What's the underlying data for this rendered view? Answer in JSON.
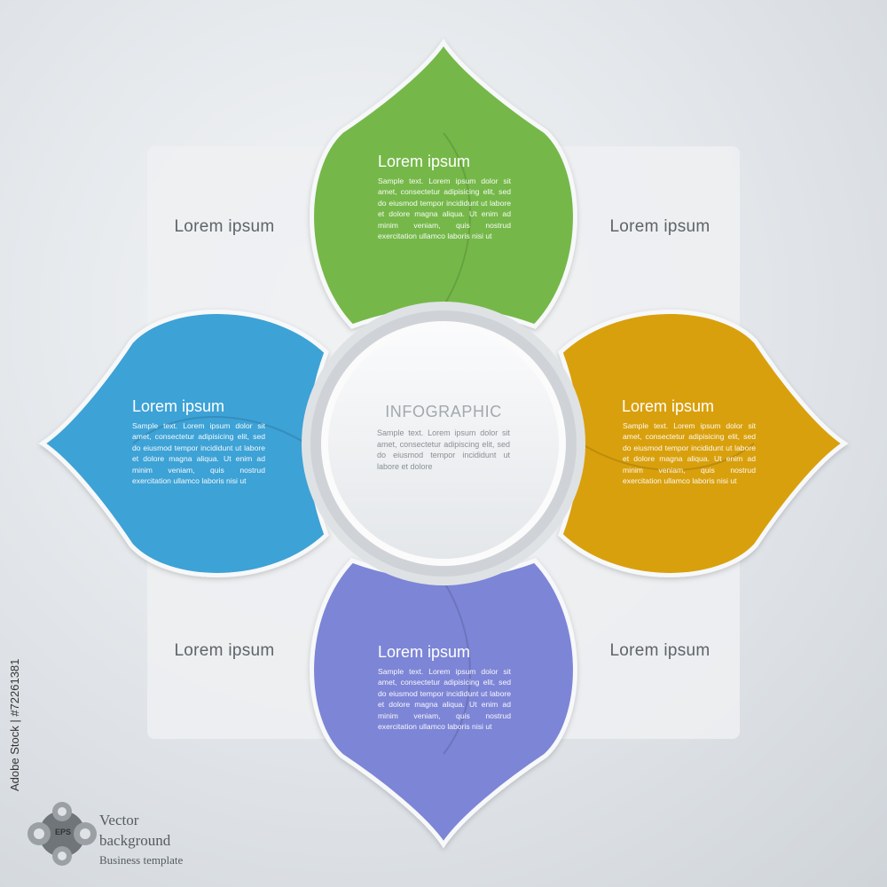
{
  "corner_labels": {
    "top_left": "Lorem ipsum",
    "top_right": "Lorem ipsum",
    "bottom_left": "Lorem ipsum",
    "bottom_right": "Lorem ipsum"
  },
  "center": {
    "title": "INFOGRAPHIC",
    "text": "Sample text. Lorem ipsum dolor sit amet, consectetur adipiscing elit, sed do eiusmod tempor incididunt ut labore et dolore"
  },
  "petals": {
    "top": {
      "title": "Lorem ipsum",
      "color": "#74b84a",
      "text": "Sample text. Lorem ipsum dolor sit amet, consectetur adipisicing elit, sed do eiusmod tempor incididunt ut labore et dolore magna aliqua. Ut enim ad minim veniam, quis nostrud exercitation ullamco laboris nisi ut"
    },
    "left": {
      "title": "Lorem ipsum",
      "color": "#3ea2d6",
      "text": "Sample text. Lorem ipsum dolor sit amet, consectetur adipisicing elit, sed do eiusmod tempor incididunt ut labore et dolore magna aliqua. Ut enim ad minim veniam, quis nostrud exercitation ullamco laboris nisi ut"
    },
    "right": {
      "title": "Lorem ipsum",
      "color": "#d9a00f",
      "text": "Sample text. Lorem ipsum dolor sit amet, consectetur adipisicing elit, sed do eiusmod tempor incididunt ut labore et dolore magna aliqua. Ut enim ad minim veniam, quis nostrud exercitation ullamco laboris nisi ut"
    },
    "bottom": {
      "title": "Lorem ipsum",
      "color": "#7d85d6",
      "text": "Sample text. Lorem ipsum dolor sit amet, consectetur adipisicing elit, sed do eiusmod tempor incididunt ut labore et dolore magna aliqua. Ut enim ad minim veniam, quis nostrud exercitation ullamco laboris nisi ut"
    }
  },
  "side_id": "Adobe Stock | #72261381",
  "footer": {
    "badge": "EPS",
    "line1": "Vector",
    "line2": "background",
    "line3": "Business template"
  }
}
